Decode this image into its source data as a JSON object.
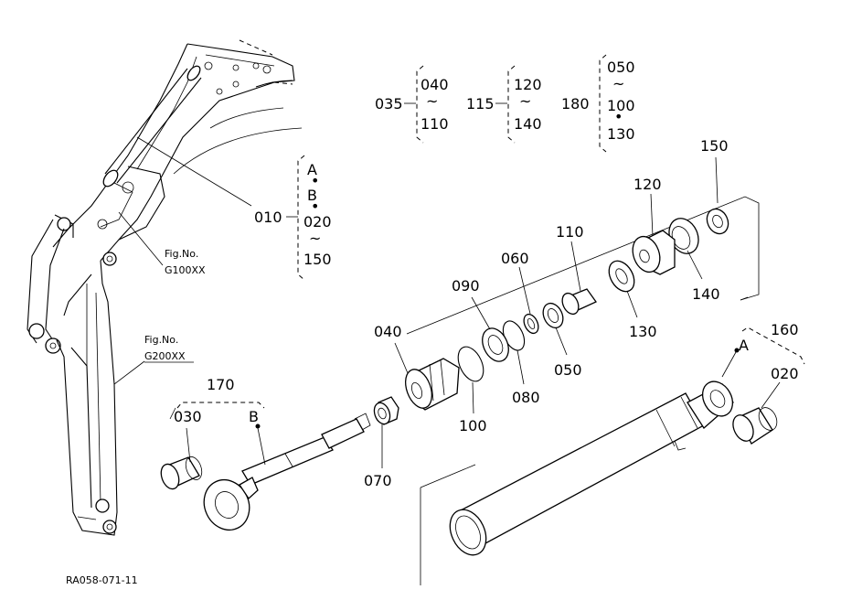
{
  "drawing": {
    "doc_code": "RA058-071-11",
    "figure_refs": [
      {
        "label": "Fig.No.",
        "code": "G100XX"
      },
      {
        "label": "Fig.No.",
        "code": "G200XX"
      }
    ],
    "callouts": {
      "c010": "010",
      "c020": "020",
      "c030": "030",
      "c035": "035",
      "c040": "040",
      "c050": "050",
      "c060": "060",
      "c070": "070",
      "c080": "080",
      "c090": "090",
      "c100": "100",
      "c110": "110",
      "c115": "115",
      "c120": "120",
      "c130": "130",
      "c140": "140",
      "c150": "150",
      "c160": "160",
      "c170": "170",
      "c180": "180"
    },
    "ranges": {
      "r035": {
        "from": "040",
        "sep": "~",
        "to": "110"
      },
      "r115": {
        "from": "120",
        "sep": "~",
        "to": "140"
      },
      "r180": {
        "from": "050",
        "sep": "~",
        "to": "100",
        "dot": "•",
        "extra": "130"
      },
      "r010": {
        "a": "A",
        "dot1": "•",
        "b": "B",
        "dot2": "•",
        "from": "020",
        "sep": "~",
        "to": "150"
      }
    },
    "points": {
      "a": "A",
      "b": "B"
    }
  }
}
